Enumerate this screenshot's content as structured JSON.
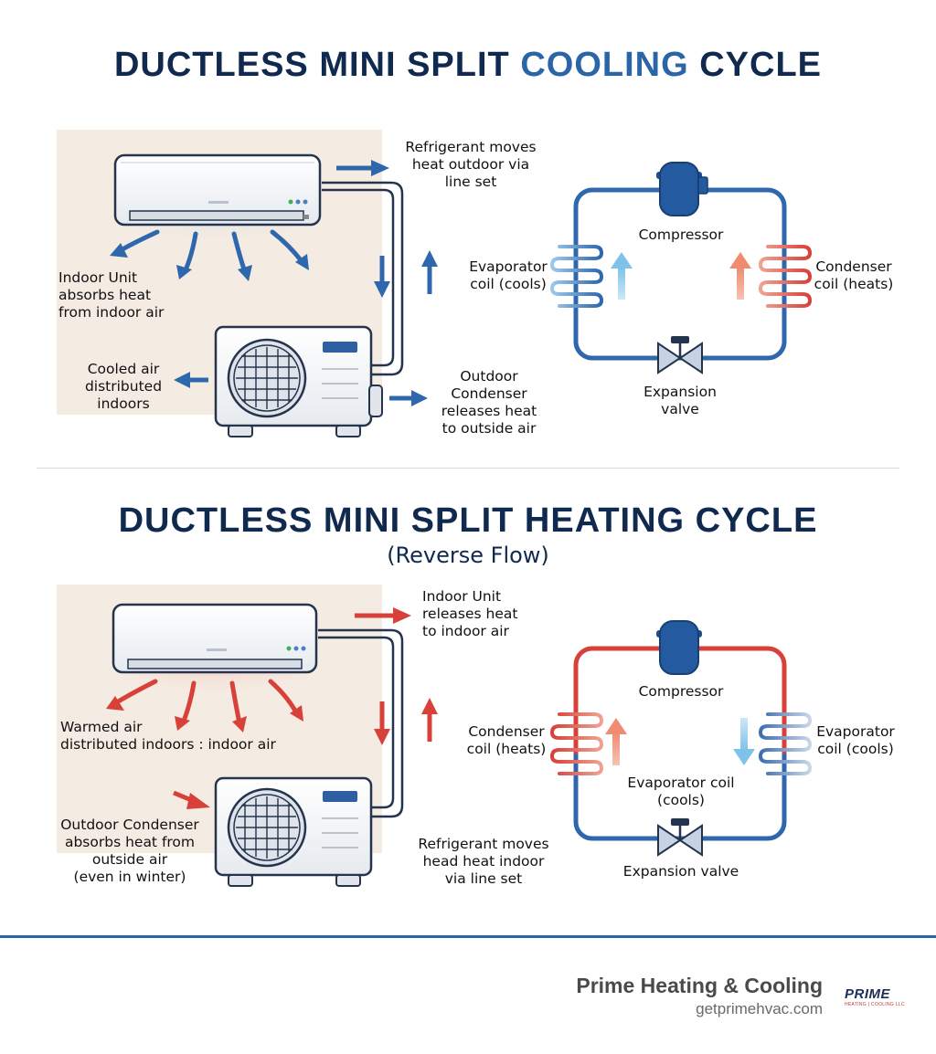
{
  "cooling": {
    "title_part1": "DUCTLESS MINI SPLIT ",
    "title_accent": "COOLING",
    "title_part2": " CYCLE",
    "label_refrigerant": [
      "Refrigerant moves",
      "heat outdoor via",
      "line set"
    ],
    "label_indoor_unit": [
      "Indoor Unit",
      "absorbs heat",
      "from indoor air"
    ],
    "label_cooled_air": [
      "Cooled air",
      "distributed",
      "indoors"
    ],
    "label_outdoor": [
      "Outdoor",
      "Condenser",
      "releases heat",
      "to outside air"
    ],
    "loop": {
      "compressor": "Compressor",
      "evaporator": [
        "Evaporator",
        "coil (cools)"
      ],
      "condenser": [
        "Condenser",
        "coil (heats)"
      ],
      "expansion": [
        "Expansion",
        "valve"
      ]
    }
  },
  "heating": {
    "title": "DUCTLESS MINI SPLIT HEATING CYCLE",
    "subtitle": "(Reverse Flow)",
    "label_indoor_unit": [
      "Indoor Unit",
      "releases heat",
      "to indoor air"
    ],
    "label_warmed_air": [
      "Warmed air",
      "distributed indoors : indoor air"
    ],
    "label_outdoor": [
      "Outdoor Condenser",
      "absorbs heat from",
      "outside air",
      "(even in winter)"
    ],
    "label_refrigerant": [
      "Refrigerant moves",
      "head heat indoor",
      "via line set"
    ],
    "loop": {
      "compressor": "Compressor",
      "condenser": [
        "Condenser",
        "coil (heats)"
      ],
      "evaporator": [
        "Evaporator",
        "coil (cools)"
      ],
      "evaporator_mid": [
        "Evaporator coil",
        "(cools)"
      ],
      "expansion": "Expansion valve"
    }
  },
  "footer": {
    "company": "Prime Heating & Cooling",
    "url": "getprimehvac.com",
    "logo_main": "PRIME",
    "logo_sub": "HEATING | COOLING LLC"
  },
  "colors": {
    "navy": "#10294e",
    "accent_blue": "#2a65a8",
    "cold_arrow": "#2f67ad",
    "hot_arrow": "#d8403a",
    "room_bg": "#f4ebe2"
  }
}
